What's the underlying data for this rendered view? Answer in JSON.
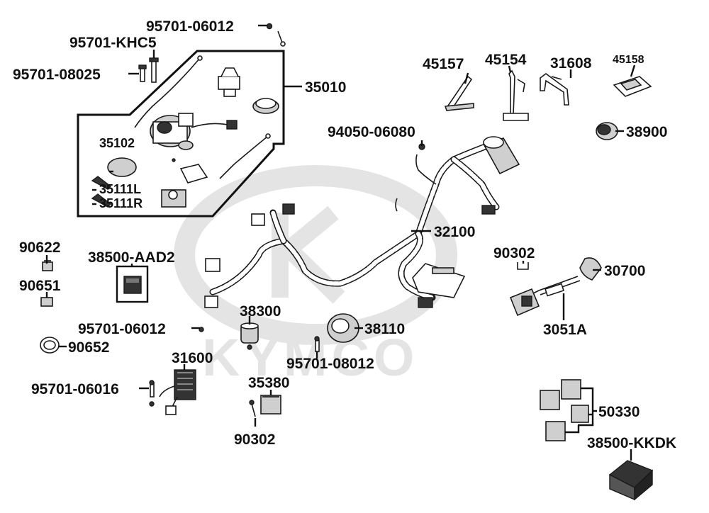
{
  "watermark": {
    "brand": "KYMCO",
    "color": "#e6e6e6"
  },
  "part_labels": {
    "p95701_06012_top": "95701-06012",
    "p95701_khc5": "95701-KHC5",
    "p95701_08025": "95701-08025",
    "p35010": "35010",
    "p35102": "35102",
    "p35111L": "35111L",
    "p35111R": "35111R",
    "p45157": "45157",
    "p45154": "45154",
    "p31608": "31608",
    "p45158": "45158",
    "p94050_06080": "94050-06080",
    "p38900": "38900",
    "p32100": "32100",
    "p90622": "90622",
    "p38500_aad2": "38500-AAD2",
    "p90651": "90651",
    "p90302_right": "90302",
    "p30700": "30700",
    "p3051A": "3051A",
    "p38300": "38300",
    "p95701_06012_mid": "95701-06012",
    "p38110": "38110",
    "p90652": "90652",
    "p95701_08012": "95701-08012",
    "p31600": "31600",
    "p95701_06016": "95701-06016",
    "p35380": "35380",
    "p90302_bottom": "90302",
    "p50330": "50330",
    "p38500_kkdk": "38500-KKDK"
  }
}
